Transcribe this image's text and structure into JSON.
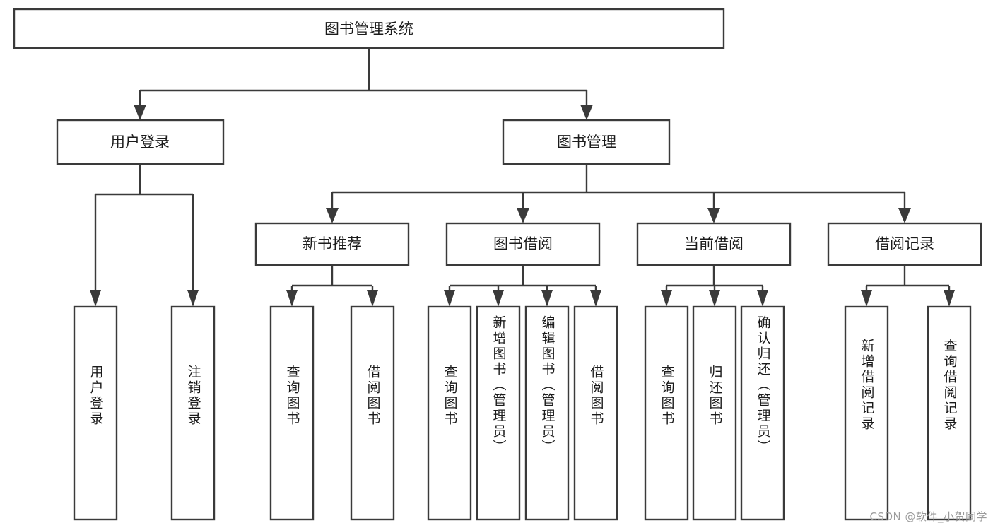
{
  "diagram": {
    "title": "图书管理系统",
    "type": "hierarchy-tree",
    "watermark": "CSDN @软件_小贺同学",
    "colors": {
      "box_stroke": "#3a3a3a",
      "box_fill": "#ffffff",
      "text": "#1b1b1b",
      "watermark": "#9b9b9b",
      "background": "#ffffff"
    },
    "levels": {
      "root": {
        "label": "图书管理系统"
      },
      "level2": [
        {
          "id": "user-login",
          "label": "用户登录"
        },
        {
          "id": "book-management",
          "label": "图书管理"
        }
      ],
      "level3": [
        {
          "id": "new-book-recommend",
          "label": "新书推荐"
        },
        {
          "id": "book-borrow",
          "label": "图书借阅"
        },
        {
          "id": "current-borrow",
          "label": "当前借阅"
        },
        {
          "id": "borrow-record",
          "label": "借阅记录"
        }
      ],
      "leaves": {
        "user-login": [
          {
            "id": "leaf-user-login",
            "label": "用户登录"
          },
          {
            "id": "leaf-logout-login",
            "label": "注销登录"
          }
        ],
        "new-book-recommend": [
          {
            "id": "leaf-query-book-1",
            "label": "查询图书"
          },
          {
            "id": "leaf-borrow-book-1",
            "label": "借阅图书"
          }
        ],
        "book-borrow": [
          {
            "id": "leaf-query-book-2",
            "label": "查询图书"
          },
          {
            "id": "leaf-add-book-admin",
            "label": "新增图书（管理员）"
          },
          {
            "id": "leaf-edit-book-admin",
            "label": "编辑图书（管理员）"
          },
          {
            "id": "leaf-borrow-book-2",
            "label": "借阅图书"
          }
        ],
        "current-borrow": [
          {
            "id": "leaf-query-book-3",
            "label": "查询图书"
          },
          {
            "id": "leaf-return-book",
            "label": "归还图书"
          },
          {
            "id": "leaf-confirm-return-admin",
            "label": "确认归还（管理员）"
          }
        ],
        "borrow-record": [
          {
            "id": "leaf-add-borrow-record",
            "label": "新增借阅记录"
          },
          {
            "id": "leaf-query-borrow-record",
            "label": "查询借阅记录"
          }
        ]
      }
    }
  }
}
